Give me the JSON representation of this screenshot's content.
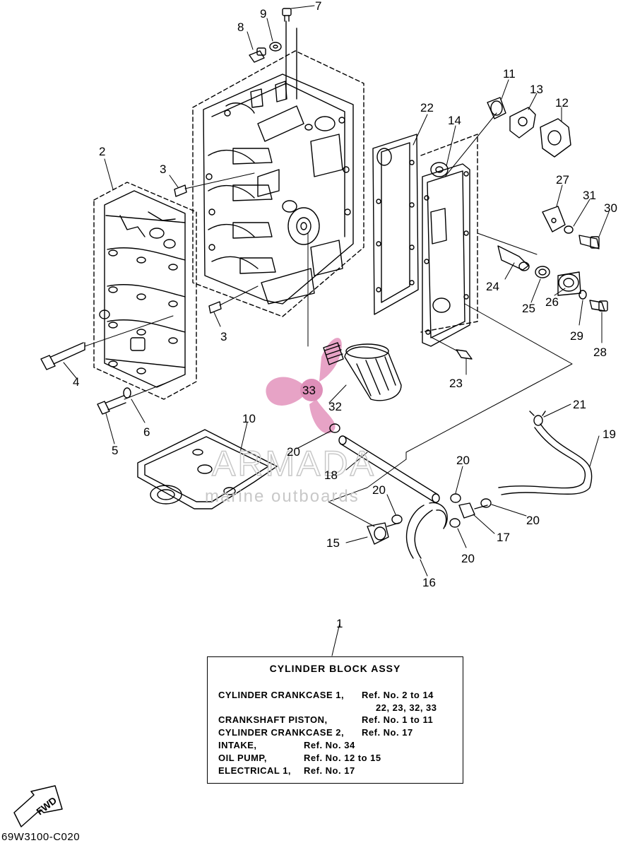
{
  "callouts": {
    "n1": "1",
    "n2": "2",
    "n3a": "3",
    "n3b": "3",
    "n4": "4",
    "n5": "5",
    "n6": "6",
    "n7": "7",
    "n8": "8",
    "n9": "9",
    "n10": "10",
    "n11": "11",
    "n12": "12",
    "n13": "13",
    "n14": "14",
    "n15": "15",
    "n16": "16",
    "n17": "17",
    "n18": "18",
    "n19": "19",
    "n20a": "20",
    "n20b": "20",
    "n20c": "20",
    "n20d": "20",
    "n20e": "20",
    "n21": "21",
    "n22": "22",
    "n23": "23",
    "n24": "24",
    "n25": "25",
    "n26": "26",
    "n27": "27",
    "n28": "28",
    "n29": "29",
    "n30": "30",
    "n31": "31",
    "n32": "32",
    "n33": "33"
  },
  "watermark": {
    "brand": "ARMADA",
    "tagline": "marine outboards"
  },
  "reference_box": {
    "title": "CYLINDER BLOCK ASSY",
    "rows": [
      {
        "label": "CYLINDER CRANKCASE 1,",
        "ref": "Ref. No. 2 to 14"
      },
      {
        "label": "",
        "ref": "22, 23, 32, 33"
      },
      {
        "label": "CRANKSHAFT PISTON,",
        "ref": "Ref. No. 1 to 11"
      },
      {
        "label": "CYLINDER CRANKCASE 2,",
        "ref": "Ref. No. 17"
      },
      {
        "label": "INTAKE,",
        "ref": "Ref. No. 34"
      },
      {
        "label": "OIL PUMP,",
        "ref": "Ref. No. 12 to 15"
      },
      {
        "label": "ELECTRICAL 1,",
        "ref": "Ref. No. 17"
      }
    ]
  },
  "fwd_label": "FWD",
  "diagram_code": "69W3100-C020",
  "colors": {
    "line": "#000000",
    "watermark_pink": "#e7a3c6",
    "watermark_pink_dark": "#de8fb9",
    "watermark_gray": "#c8c8c8"
  }
}
